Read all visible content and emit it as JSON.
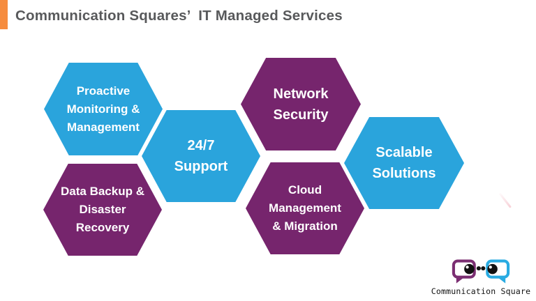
{
  "header": {
    "title": "Communication Squares’  IT Managed Services"
  },
  "hexagons": [
    {
      "name": "proactive-monitoring-management",
      "color": "blue",
      "lines": [
        "Proactive",
        "Monitoring &",
        "Management"
      ]
    },
    {
      "name": "network-security",
      "color": "purple",
      "lines": [
        "Network",
        "Security"
      ]
    },
    {
      "name": "24-7-support",
      "color": "blue",
      "lines": [
        "24/7",
        "Support"
      ]
    },
    {
      "name": "data-backup-disaster-recovery",
      "color": "purple",
      "lines": [
        "Data Backup &",
        "Disaster",
        "Recovery"
      ]
    },
    {
      "name": "cloud-management-migration",
      "color": "purple",
      "lines": [
        "Cloud",
        "Management",
        "& Migration"
      ]
    },
    {
      "name": "scalable-solutions",
      "color": "blue",
      "lines": [
        "Scalable",
        "Solutions"
      ]
    }
  ],
  "footer": {
    "logo_text": "Communication Square"
  },
  "colors": {
    "hexagon_blue": "#2AA4DC",
    "hexagon_purple": "#76256D",
    "accent_orange": "#F68C3E",
    "title_gray": "#58595B",
    "logo_purple": "#7B2E72",
    "logo_blue": "#29ABE2",
    "eye_black": "#111111"
  }
}
